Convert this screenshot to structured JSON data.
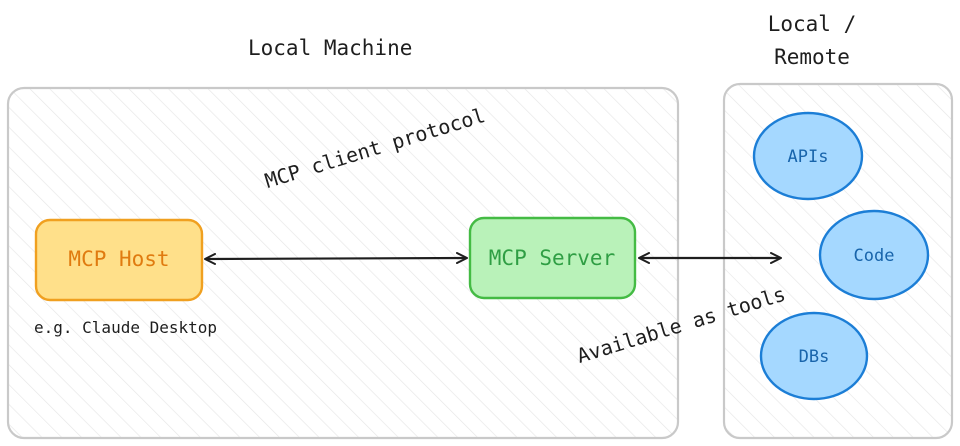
{
  "titles": {
    "local_machine": "Local Machine",
    "remote_line1": "Local /",
    "remote_line2": "Remote"
  },
  "nodes": {
    "host": {
      "label": "MCP Host",
      "subtitle": "e.g. Claude Desktop"
    },
    "server": {
      "label": "MCP Server"
    },
    "resources": [
      {
        "label": "APIs"
      },
      {
        "label": "Code"
      },
      {
        "label": "DBs"
      }
    ]
  },
  "edges": {
    "host_server": "MCP client protocol",
    "server_resources": "Available as tools"
  },
  "colors": {
    "container_stroke": "#c9c9c9",
    "hatch": "#e4e4e4",
    "host_fill": "#ffe08a",
    "host_stroke": "#f0a020",
    "host_text": "#e07b10",
    "server_fill": "#b9f2b9",
    "server_stroke": "#44bb44",
    "server_text": "#2f9e44",
    "resource_fill": "#a5d8ff",
    "resource_stroke": "#1c7ed6",
    "resource_text": "#1864ab",
    "arrow": "#1e1e1e"
  }
}
